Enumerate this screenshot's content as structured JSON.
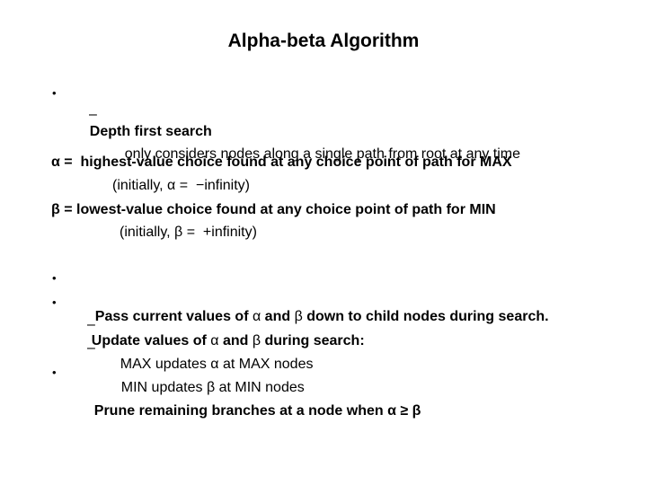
{
  "slide": {
    "title": "Alpha-beta Algorithm",
    "markers": {
      "bullet": "•",
      "dash": "–"
    },
    "lines": {
      "depth_first": "Depth first search",
      "depth_first_sub": "only considers nodes along a single path from root at any time",
      "alpha_def": "α =  highest-value choice found at any choice point of path for MAX",
      "alpha_init": "(initially, α =  −infinity)",
      "beta_def": "β = lowest-value choice found at any choice point of path for MIN",
      "beta_init": "(initially, β =  +infinity)",
      "pass": {
        "s0": "Pass current values of ",
        "s1": "α",
        "s2": " and ",
        "s3": "β",
        "s4": " down to child nodes during search."
      },
      "update": {
        "s0": "Update values of ",
        "s1": "α",
        "s2": " and ",
        "s3": "β",
        "s4": " during search:"
      },
      "max_update": "MAX updates α at MAX nodes",
      "min_update": "MIN updates β at MIN nodes",
      "prune": "Prune remaining branches at a node when α ≥ β"
    },
    "colors": {
      "background": "#ffffff",
      "text": "#000000"
    }
  }
}
